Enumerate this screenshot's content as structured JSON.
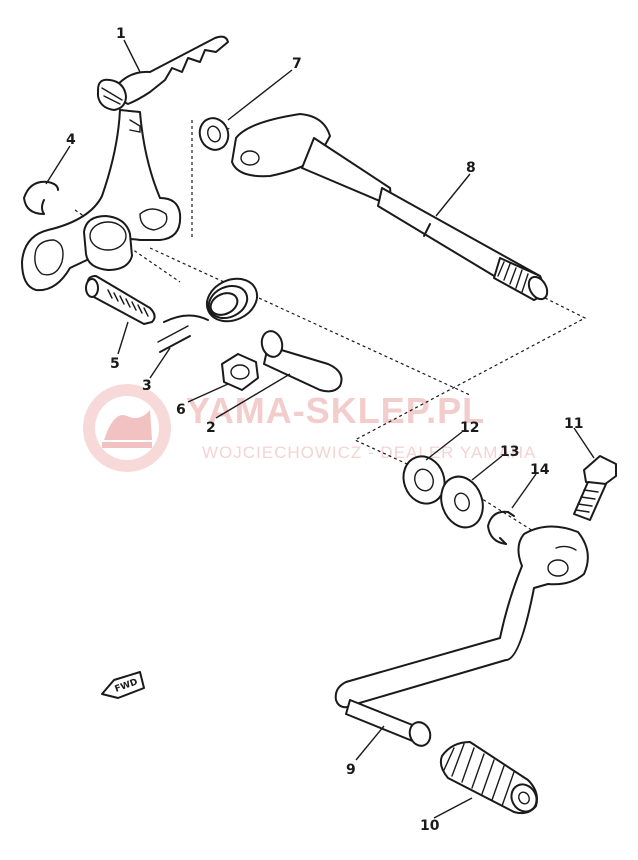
{
  "diagram": {
    "parts": [
      {
        "number": "1",
        "name": "shift-arm"
      },
      {
        "number": "2",
        "name": "pin"
      },
      {
        "number": "3",
        "name": "pin-small"
      },
      {
        "number": "4",
        "name": "circlip"
      },
      {
        "number": "5",
        "name": "screw"
      },
      {
        "number": "6",
        "name": "nut"
      },
      {
        "number": "7",
        "name": "oil-seal"
      },
      {
        "number": "8",
        "name": "shift-shaft"
      },
      {
        "number": "9",
        "name": "shift-pedal"
      },
      {
        "number": "10",
        "name": "pedal-rubber"
      },
      {
        "number": "11",
        "name": "bolt"
      },
      {
        "number": "12",
        "name": "oil-seal-2"
      },
      {
        "number": "13",
        "name": "washer"
      },
      {
        "number": "14",
        "name": "circlip-2"
      }
    ],
    "fwd_label": "FWD"
  },
  "watermark": {
    "brand": "YAMA-SKLEP.PL",
    "dealer": "WOJCIECHOWICZ - DEALER YAMAHA",
    "color": "#e8a0a0"
  }
}
